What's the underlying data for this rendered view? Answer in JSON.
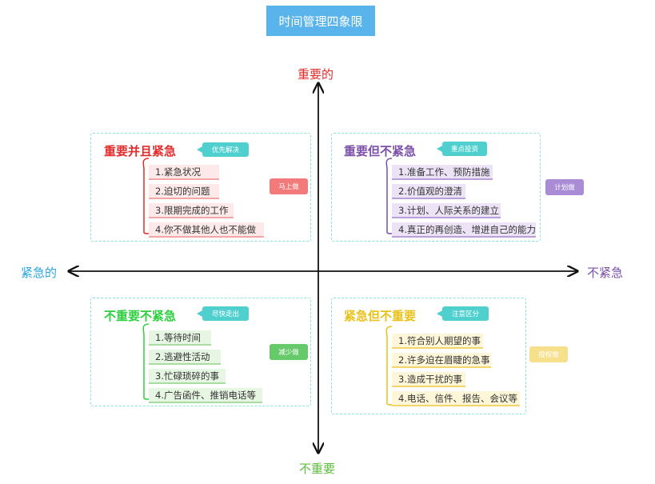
{
  "title": "时间管理四象限",
  "axes": {
    "top": "重要的",
    "bottom": "不重要",
    "left": "紧急的",
    "right": "不紧急"
  },
  "colors": {
    "title_bg": "#5ab4ec",
    "q1": "#e22b2b",
    "q2": "#7b4fa8",
    "q3": "#2ecf3e",
    "q4": "#e8c21a",
    "axis_top": "#e22b2b",
    "axis_left": "#2aa6de",
    "axis_right": "#7b4fa8",
    "axis_bottom": "#5cbf3a",
    "dashed_border": "#8fe1dc"
  },
  "quadrants": {
    "q1": {
      "title": "重要并且紧急",
      "tag": "优先解决",
      "action": "马上做",
      "items": [
        "1.紧急状况",
        "2.迫切的问题",
        "3.限期完成的工作",
        "4.你不做其他人也不能做"
      ]
    },
    "q2": {
      "title": "重要但不紧急",
      "tag": "重点投资",
      "action": "计划做",
      "items": [
        "1.准备工作、预防措施",
        "2.价值观的澄清",
        "3.计划、人际关系的建立",
        "4.真正的再创造、增进自己的能力"
      ]
    },
    "q3": {
      "title": "不重要不紧急",
      "tag": "尽快走出",
      "action": "减少做",
      "items": [
        "1.等待时间",
        "2.逃避性活动",
        "3.忙碌琐碎的事",
        "4.广告函件、推销电话等"
      ]
    },
    "q4": {
      "title": "紧急但不重要",
      "tag": "注意区分",
      "action": "授权做",
      "items": [
        "1.符合别人期望的事",
        "2.许多迫在眉睫的急事",
        "3.造成干扰的事",
        "4.电话、信件、报告、会议等"
      ]
    }
  }
}
